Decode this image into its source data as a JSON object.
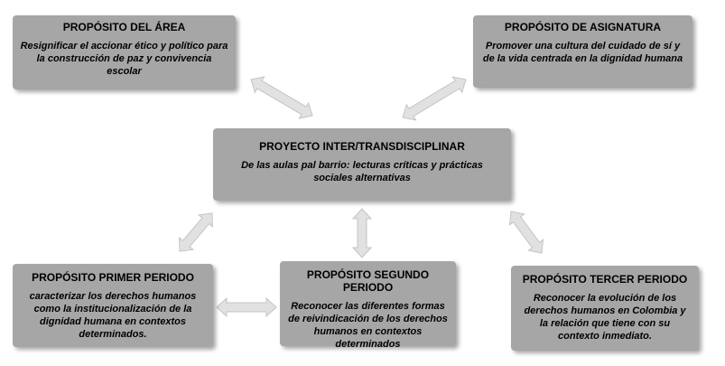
{
  "diagram": {
    "area_box": {
      "title": "PROPÓSITO DEL ÁREA",
      "body": "Resignificar el accionar ético y político para la construcción de paz y convivencia escolar"
    },
    "subject_box": {
      "title": "PROPÓSITO DE ASIGNATURA",
      "body": "Promover una cultura del cuidado de sí y de la vida centrada en la dignidad humana"
    },
    "project_box": {
      "title": "PROYECTO INTER/TRANSDISCIPLINAR",
      "body": "De las aulas pal barrio: lecturas críticas y prácticas sociales alternativas"
    },
    "first_period_box": {
      "title": "PROPÓSITO PRIMER PERIODO",
      "body": "caracterizar los derechos humanos como la institucionalización de la dignidad humana en contextos determinados."
    },
    "second_period_box": {
      "title": "PROPÓSITO SEGUNDO PERIODO",
      "body": "Reconocer las diferentes formas de reivindicación de los derechos humanos en contextos determinados"
    },
    "third_period_box": {
      "title": "PROPÓSITO TERCER PERIODO",
      "body": "Reconocer la evolución de los derechos humanos en Colombia y la relación que tiene con su contexto inmediato."
    },
    "colors": {
      "box_fill": "#a6a6a6",
      "arrow_fill": "#e1e1e1",
      "text": "#000000"
    }
  }
}
